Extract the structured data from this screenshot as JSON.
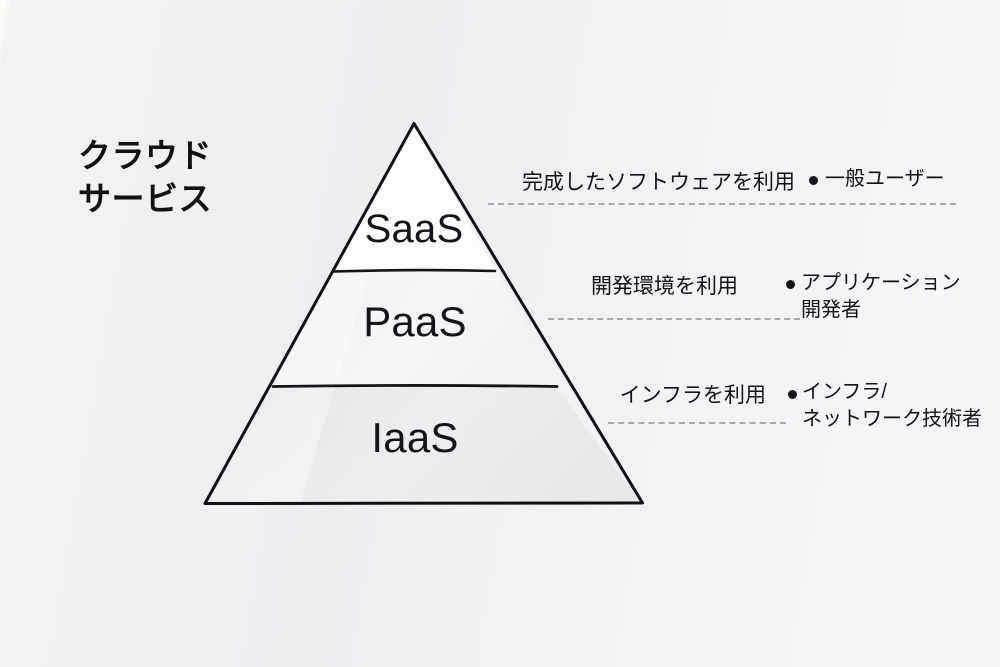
{
  "diagram": {
    "title": "クラウド\nサービス",
    "pyramid": {
      "tiers": [
        {
          "id": "saas",
          "label": "SaaS"
        },
        {
          "id": "paas",
          "label": "PaaS"
        },
        {
          "id": "iaas",
          "label": "IaaS"
        }
      ],
      "colors": {
        "outline": "#111115",
        "tier_saas_fill": "#fefeff",
        "tier_paas_fill": "#efeff1",
        "tier_iaas_fill": "#e4e5e8",
        "background": "#eeeef1"
      }
    },
    "annotations": [
      {
        "id": "saas-row",
        "action": "完成したソフトウェアを利用",
        "bullet": "●",
        "target": "一般ユーザー"
      },
      {
        "id": "paas-row",
        "action": "開発環境を利用",
        "bullet": "●",
        "target": "アプリケーション\n開発者"
      },
      {
        "id": "iaas-row",
        "action": "インフラを利用",
        "bullet": "●",
        "target": "インフラ/\nネットワーク技術者"
      }
    ]
  }
}
